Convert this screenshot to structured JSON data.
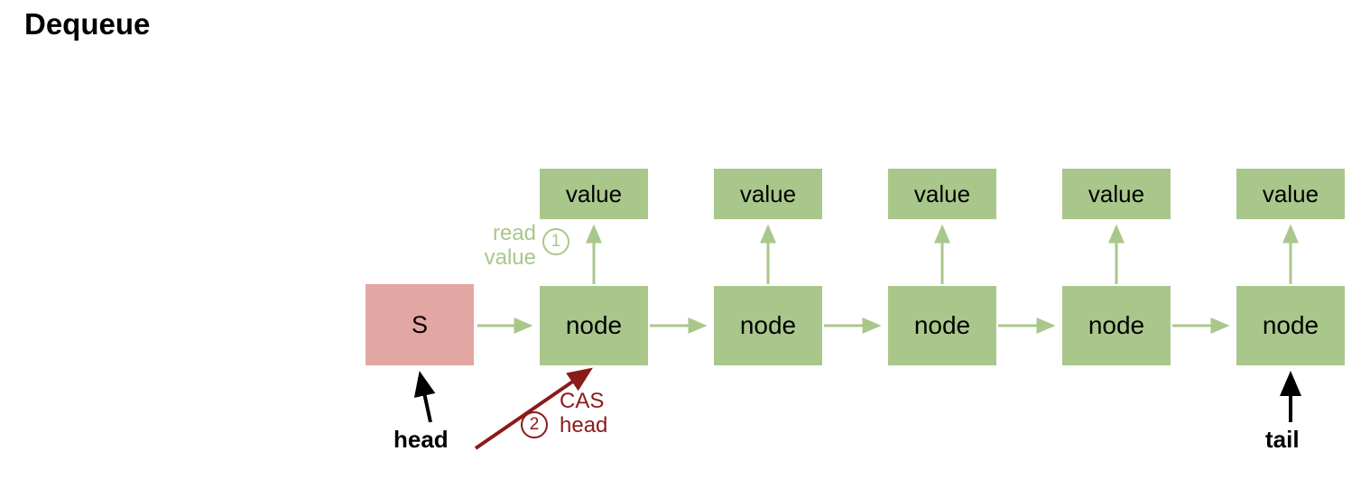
{
  "title": "Dequeue",
  "colors": {
    "green": "#a9c78b",
    "pink": "#e2a6a3",
    "dark_red": "#8b1a1a",
    "ink": "#000000"
  },
  "diagram": {
    "sentinel": {
      "label": "S"
    },
    "nodes": [
      {
        "label": "node"
      },
      {
        "label": "node"
      },
      {
        "label": "node"
      },
      {
        "label": "node"
      },
      {
        "label": "node"
      }
    ],
    "values": [
      {
        "label": "value"
      },
      {
        "label": "value"
      },
      {
        "label": "value"
      },
      {
        "label": "value"
      },
      {
        "label": "value"
      }
    ],
    "pointers": {
      "head": "head",
      "tail": "tail"
    },
    "annotations": {
      "step1": {
        "number": "1",
        "label": "read\nvalue"
      },
      "step2": {
        "number": "2",
        "label": "CAS\nhead"
      }
    }
  }
}
